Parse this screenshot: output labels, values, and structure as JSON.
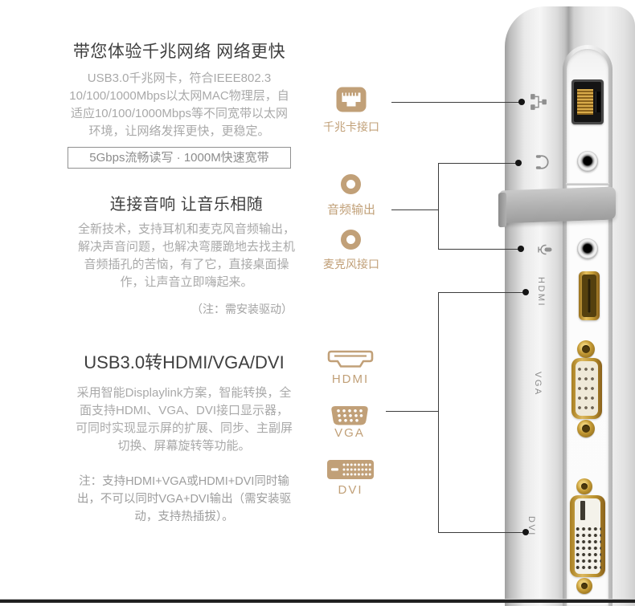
{
  "colors": {
    "accent_tan": "#c1a078",
    "heading_text": "#3f3f3f",
    "body_text": "#a9a9a9",
    "callout_line": "#3c3c3c",
    "port_gold": "#c49a35",
    "device_label_gray": "#8b8b8b"
  },
  "sections": {
    "network": {
      "heading": "带您体验千兆网络 网络更快",
      "body": "USB3.0千兆网卡，符合IEEE802.3 10/100/1000Mbps以太网MAC物理层，自适应10/100/1000Mbps等不同宽带以太网环境，让网络发挥更快，更稳定。",
      "badge": "5Gbps流畅读写 · 1000M快速宽带"
    },
    "audio": {
      "heading": "连接音响 让音乐相随",
      "body": "全新技术，支持耳机和麦克风音频输出，解决声音问题，也解决弯腰跪地去找主机音频插孔的苦恼，有了它，直接桌面操作，让声音立即嗨起来。",
      "note": "（注：需安装驱动）"
    },
    "video": {
      "heading": "USB3.0转HDMI/VGA/DVI",
      "body": "采用智能Displaylink方案，智能转换，全面支持HDMI、VGA、DVI接口显示器，可同时实现显示屏的扩展、同步、主副屏切换、屏幕旋转等功能。",
      "note": "注：支持HDMI+VGA或HDMI+DVI同时输出，不可以同时VGA+DVI输出（需安装驱动，支持热插拔）。"
    }
  },
  "callouts": {
    "ethernet": {
      "label": "千兆卡接口"
    },
    "audio_out": {
      "label": "音频输出"
    },
    "mic": {
      "label": "麦克风接口"
    },
    "hdmi": {
      "label": "HDMI"
    },
    "vga": {
      "label": "VGA"
    },
    "dvi": {
      "label": "DVI"
    }
  },
  "device": {
    "side_labels": {
      "hdmi": "HDMI",
      "vga": "VGA",
      "dvi": "DVI"
    }
  }
}
